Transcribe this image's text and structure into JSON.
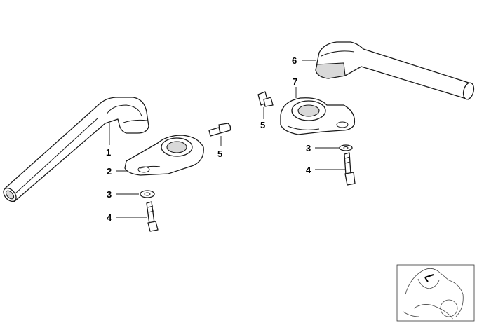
{
  "callouts": {
    "c1": "1",
    "c2": "2",
    "c3_left": "3",
    "c4_left": "4",
    "c5_left": "5",
    "c6": "6",
    "c7": "7",
    "c5_right": "5",
    "c3_right": "3",
    "c4_right": "4"
  },
  "colors": {
    "line": "#1a1a1a",
    "part_fill": "#ffffff",
    "shade": "#d9d9d9"
  }
}
